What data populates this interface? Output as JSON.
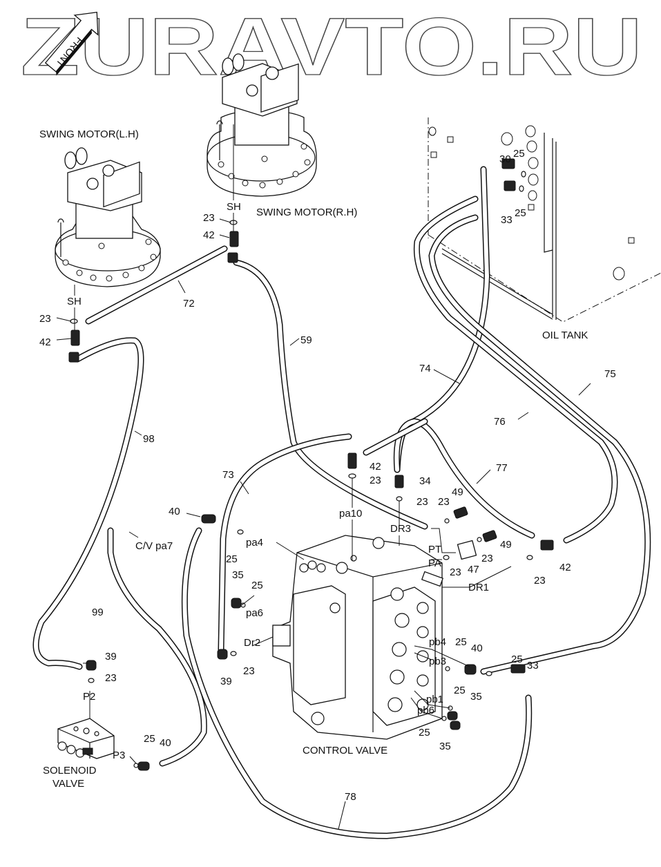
{
  "watermark": "ZURAVTO.RU",
  "front_arrow": "FRONT",
  "components": {
    "swing_motor_lh": "SWING MOTOR(L.H)",
    "swing_motor_rh": "SWING MOTOR(R.H)",
    "oil_tank": "OIL TANK",
    "control_valve": "CONTROL VALVE",
    "solenoid_valve_line1": "SOLENOID",
    "solenoid_valve_line2": "VALVE"
  },
  "ports": {
    "sh_lh": "SH",
    "sh_rh": "SH",
    "pa10": "pa10",
    "dr3": "DR3",
    "pt": "PT",
    "pa": "PA",
    "dr1": "DR1",
    "pa4": "pa4",
    "pa6": "pa6",
    "dr2": "Dr2",
    "pb4": "pb4",
    "pb3": "pb3",
    "pb1": "pb1",
    "pb6": "pb6",
    "cv_pa7": "C/V pa7",
    "p2": "P2",
    "p3": "P3"
  },
  "callouts": [
    {
      "id": "23",
      "at": "lh-sh-oring"
    },
    {
      "id": "42",
      "at": "lh-tee"
    },
    {
      "id": "72",
      "at": "hose-lh-rh"
    },
    {
      "id": "23",
      "at": "rh-sh-oring"
    },
    {
      "id": "42",
      "at": "rh-tee"
    },
    {
      "id": "59",
      "at": "hose-rh-cv"
    },
    {
      "id": "98",
      "at": "hose-lh-solenoid"
    },
    {
      "id": "30",
      "at": "tank-fitting-upper"
    },
    {
      "id": "25",
      "at": "tank-oring-upper"
    },
    {
      "id": "33",
      "at": "tank-fitting-lower"
    },
    {
      "id": "25",
      "at": "tank-oring-lower"
    },
    {
      "id": "74",
      "at": "hose-74"
    },
    {
      "id": "75",
      "at": "hose-75"
    },
    {
      "id": "76",
      "at": "hose-76"
    },
    {
      "id": "77",
      "at": "hose-77"
    },
    {
      "id": "73",
      "at": "hose-73"
    },
    {
      "id": "42",
      "at": "pa10-tee"
    },
    {
      "id": "23",
      "at": "pa10-oring"
    },
    {
      "id": "34",
      "at": "dr3-fitting"
    },
    {
      "id": "23",
      "at": "dr3-oring"
    },
    {
      "id": "49",
      "at": "pt-plug-upper"
    },
    {
      "id": "23",
      "at": "pt-oring-upper"
    },
    {
      "id": "49",
      "at": "pt-plug-right"
    },
    {
      "id": "23",
      "at": "pt-oring-right"
    },
    {
      "id": "23",
      "at": "pa-oring"
    },
    {
      "id": "47",
      "at": "pt-block"
    },
    {
      "id": "42",
      "at": "dr1-tee"
    },
    {
      "id": "23",
      "at": "dr1-oring"
    },
    {
      "id": "40",
      "at": "pa4-elbow"
    },
    {
      "id": "25",
      "at": "pa4-oring"
    },
    {
      "id": "35",
      "at": "pa6-elbow"
    },
    {
      "id": "25",
      "at": "pa6-oring"
    },
    {
      "id": "23",
      "at": "dr2-oring"
    },
    {
      "id": "39",
      "at": "dr2-elbow"
    },
    {
      "id": "99",
      "at": "hose-99"
    },
    {
      "id": "39",
      "at": "p2-elbow"
    },
    {
      "id": "23",
      "at": "p2-oring"
    },
    {
      "id": "25",
      "at": "p3-oring"
    },
    {
      "id": "40",
      "at": "p3-elbow"
    },
    {
      "id": "25",
      "at": "pb3-oring"
    },
    {
      "id": "40",
      "at": "pb3-elbow"
    },
    {
      "id": "25",
      "at": "pb4-oring"
    },
    {
      "id": "33",
      "at": "pb4-fitting"
    },
    {
      "id": "25",
      "at": "pb1-oring"
    },
    {
      "id": "35",
      "at": "pb1-elbow"
    },
    {
      "id": "25",
      "at": "pb6-oring"
    },
    {
      "id": "35",
      "at": "pb6-elbow"
    },
    {
      "id": "78",
      "at": "hose-78"
    }
  ]
}
